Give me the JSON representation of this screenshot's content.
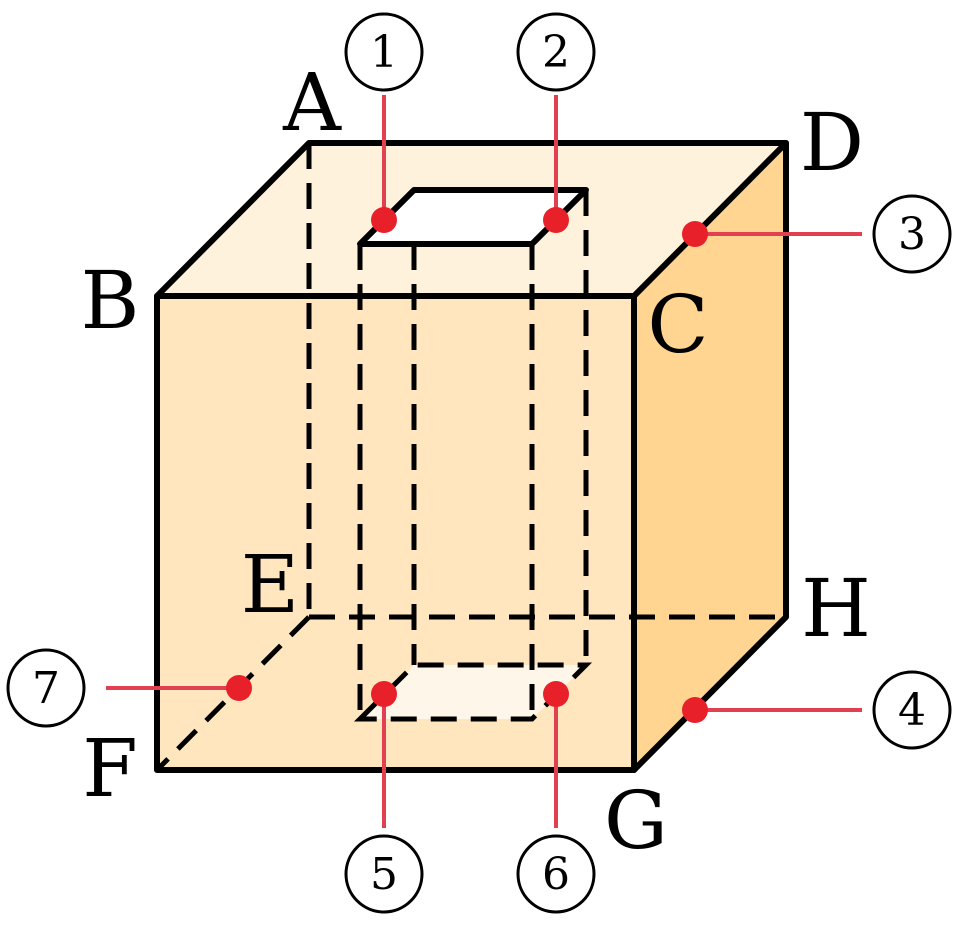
{
  "colors": {
    "front_face": "#FFE6BE",
    "top_face": "#FFF2DC",
    "side_face": "#FFD591",
    "hole": "#FFFFFF",
    "bottom_hole": "#FFF6EA",
    "marker": "#E8202A",
    "pointer_line": "#E04050",
    "edge": "#000000"
  },
  "vertices": {
    "A": "A",
    "B": "B",
    "C": "C",
    "D": "D",
    "E": "E",
    "F": "F",
    "G": "G",
    "H": "H"
  },
  "markers": {
    "m1": "1",
    "m2": "2",
    "m3": "3",
    "m4": "4",
    "m5": "5",
    "m6": "6",
    "m7": "7"
  }
}
